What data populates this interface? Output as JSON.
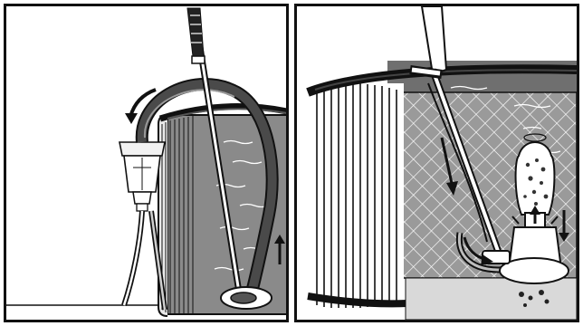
{
  "figure": {
    "panels": [
      {
        "id": "left",
        "subject": "skimmer-hose-to-pool-vacuum"
      },
      {
        "id": "right",
        "subject": "vacuum-head-collecting-debris"
      }
    ],
    "icons": {
      "curved_arrow": "curved-arrow-icon",
      "down_arrow": "down-arrow-icon",
      "flow_arrow": "flow-arrow-icon"
    },
    "colors": {
      "outline": "#111111",
      "background": "#ffffff",
      "water": "#8a8a8a",
      "water_dark": "#6f6f6f",
      "hose": "#3a3a3a",
      "highlight": "#ffffff",
      "ground": "#d9d9d9"
    }
  }
}
